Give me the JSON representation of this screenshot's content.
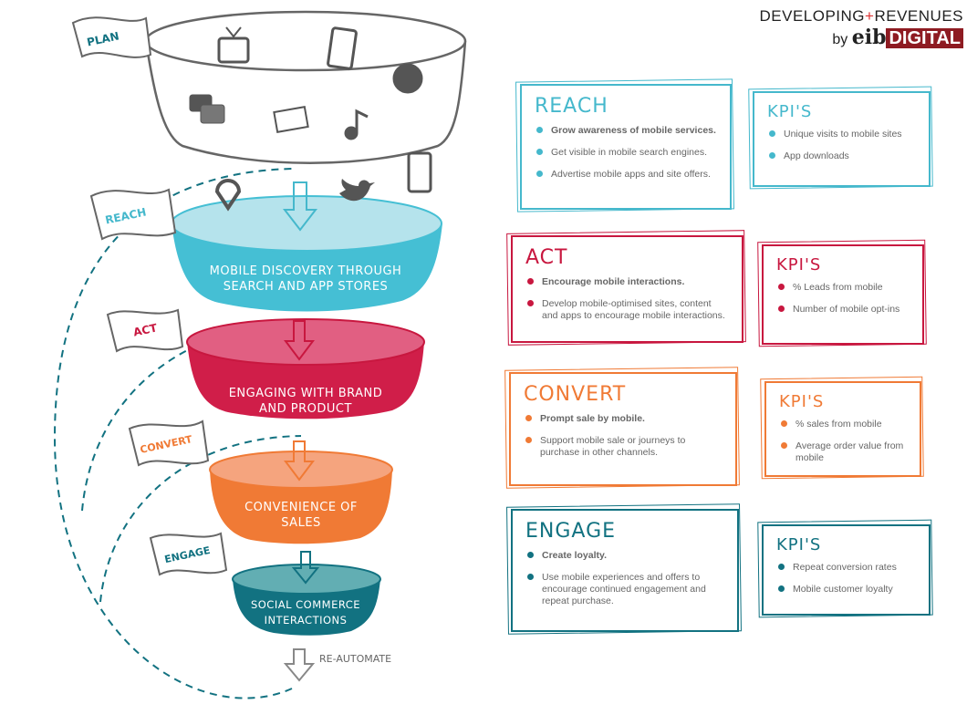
{
  "logo": {
    "line1_a": "DEVELOPING",
    "plus": "+",
    "line1_b": "REVENUES",
    "by": "by",
    "eib": "eib",
    "digital": "DIGITAL"
  },
  "colors": {
    "reach": "#45b8cc",
    "act": "#c8173f",
    "convert": "#f07a35",
    "engage": "#127281",
    "plan": "#666666"
  },
  "flags": {
    "plan": "PLAN",
    "reach": "REACH",
    "act": "ACT",
    "convert": "CONVERT",
    "engage": "ENGAGE"
  },
  "funnel": {
    "reach": [
      "MOBILE DISCOVERY THROUGH",
      "SEARCH AND APP STORES"
    ],
    "act": [
      "ENGAGING WITH BRAND",
      "AND PRODUCT"
    ],
    "convert": [
      "CONVENIENCE OF",
      "SALES"
    ],
    "engage": [
      "SOCIAL COMMERCE",
      "INTERACTIONS"
    ],
    "reautomate": "RE-AUTOMATE"
  },
  "icons": [
    "tv-icon",
    "tablet-icon",
    "film-reel-icon",
    "chat-icon",
    "mail-icon",
    "music-note-icon",
    "smartphone-icon",
    "location-pin-icon",
    "twitter-icon"
  ],
  "stages": [
    {
      "title": "REACH",
      "items": [
        "Grow awareness of mobile services.",
        "Get visible in mobile search engines.",
        "Advertise mobile apps and site offers."
      ],
      "kpi_title": "KPI'S",
      "kpis": [
        "Unique visits to mobile sites",
        "App downloads"
      ]
    },
    {
      "title": "ACT",
      "items": [
        "Encourage mobile interactions.",
        "Develop mobile-optimised sites, content and apps to encourage mobile interactions."
      ],
      "kpi_title": "KPI'S",
      "kpis": [
        "% Leads from mobile",
        "Number of mobile opt-ins"
      ]
    },
    {
      "title": "CONVERT",
      "items": [
        "Prompt sale by mobile.",
        "Support mobile sale or journeys to purchase in other channels."
      ],
      "kpi_title": "KPI'S",
      "kpis": [
        "% sales from mobile",
        "Average order value from mobile"
      ]
    },
    {
      "title": "ENGAGE",
      "items": [
        "Create loyalty.",
        "Use mobile experiences and offers to encourage continued engagement and repeat purchase."
      ],
      "kpi_title": "KPI'S",
      "kpis": [
        "Repeat conversion rates",
        "Mobile customer loyalty"
      ]
    }
  ]
}
